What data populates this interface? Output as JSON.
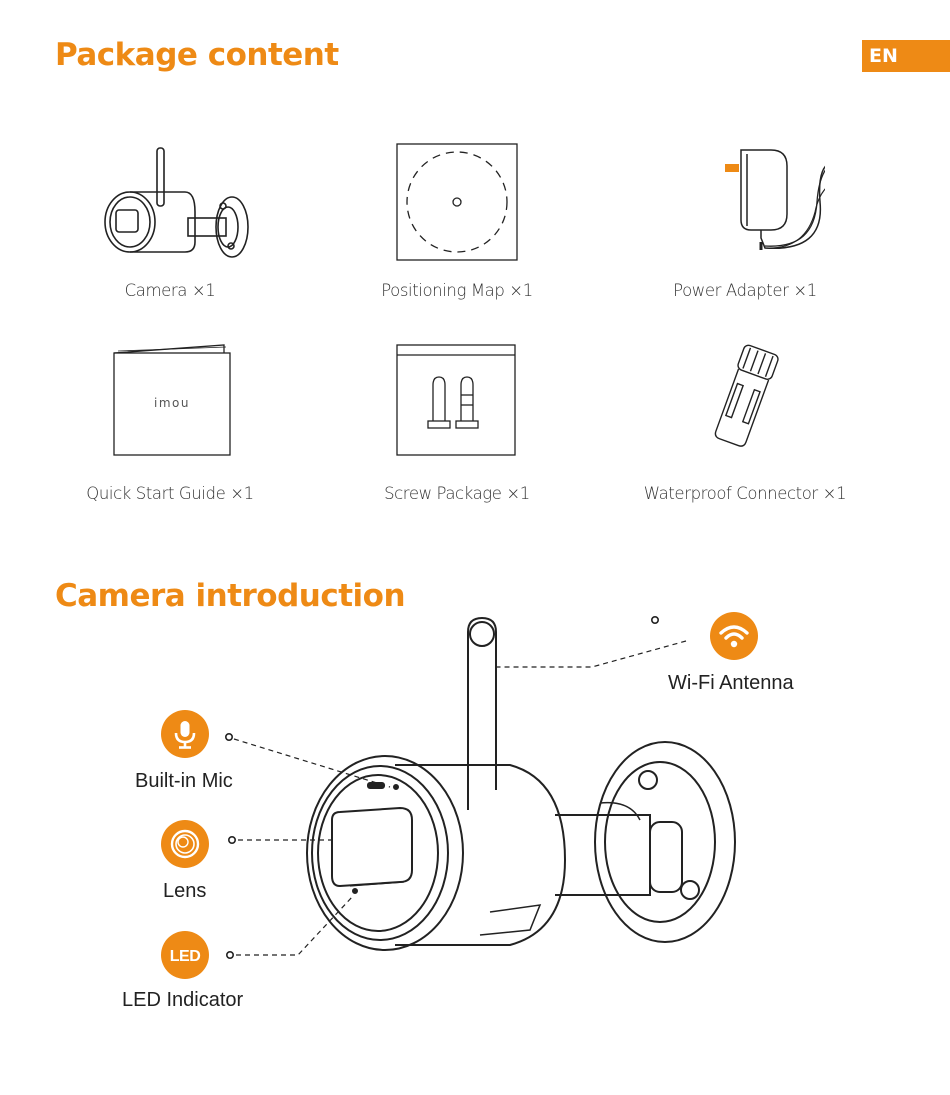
{
  "colors": {
    "accent": "#ee8a15",
    "line": "#222222"
  },
  "header": {
    "package_title": "Package content",
    "lang_badge": "EN"
  },
  "package_items": [
    {
      "icon": "camera-icon",
      "label": "Camera ×1"
    },
    {
      "icon": "positioning-map-icon",
      "label": "Positioning Map ×1"
    },
    {
      "icon": "power-adapter-icon",
      "label": "Power Adapter ×1"
    },
    {
      "icon": "quick-start-guide-icon",
      "label": "Quick Start Guide ×1"
    },
    {
      "icon": "screw-package-icon",
      "label": "Screw Package ×1"
    },
    {
      "icon": "waterproof-connector-icon",
      "label": "Waterproof Connector ×1"
    }
  ],
  "guide_logo": "imou",
  "camera_intro": {
    "title": "Camera introduction",
    "callouts": [
      {
        "icon": "wifi-icon",
        "label": "Wi-Fi Antenna"
      },
      {
        "icon": "microphone-icon",
        "label": "Built-in Mic"
      },
      {
        "icon": "lens-icon",
        "label": "Lens"
      },
      {
        "icon": "led-icon",
        "label": "LED Indicator",
        "badge_text": "LED"
      }
    ]
  }
}
